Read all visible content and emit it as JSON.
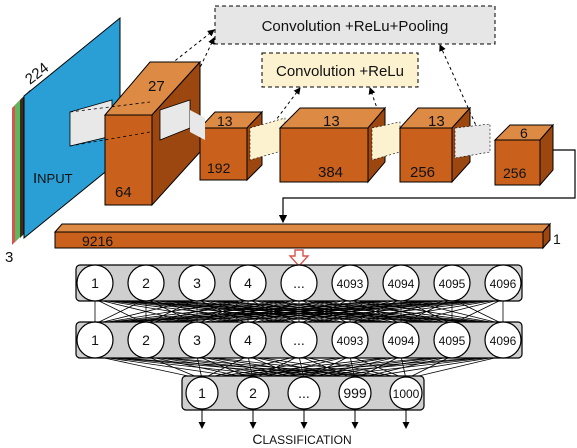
{
  "legend": {
    "conv_relu_pool": "Convolution +ReLu+Pooling",
    "conv_relu": "Convolution +ReLu"
  },
  "input": {
    "label_first": "I",
    "label_rest": "NPUT",
    "width_label": "224",
    "depth_label": "3",
    "channel_colors": [
      "#d9534f",
      "#5cb85c",
      "#2a9fd6"
    ]
  },
  "layers": [
    {
      "top": "27",
      "bottom": "64"
    },
    {
      "top": "13",
      "bottom": "192"
    },
    {
      "top": "13",
      "bottom": "384"
    },
    {
      "top": "13",
      "bottom": "256"
    },
    {
      "top": "6",
      "bottom": "256"
    }
  ],
  "flatten": {
    "left": "9216",
    "right": "1"
  },
  "fc1": [
    "1",
    "2",
    "3",
    "4",
    "...",
    "4093",
    "4094",
    "4095",
    "4096"
  ],
  "fc2": [
    "1",
    "2",
    "3",
    "4",
    "...",
    "4093",
    "4094",
    "4095",
    "4096"
  ],
  "out": [
    "1",
    "2",
    "...",
    "999",
    "1000"
  ],
  "classification": {
    "first": "C",
    "rest": "LASSIFICATION"
  },
  "colors": {
    "block": "#c9611c",
    "input": "#2a9fd6",
    "legend_pool_bg": "#e6e6e6",
    "legend_relu_bg": "#fdf2d0",
    "band": "#cfcfcf",
    "arrow_red": "#d9534f"
  }
}
